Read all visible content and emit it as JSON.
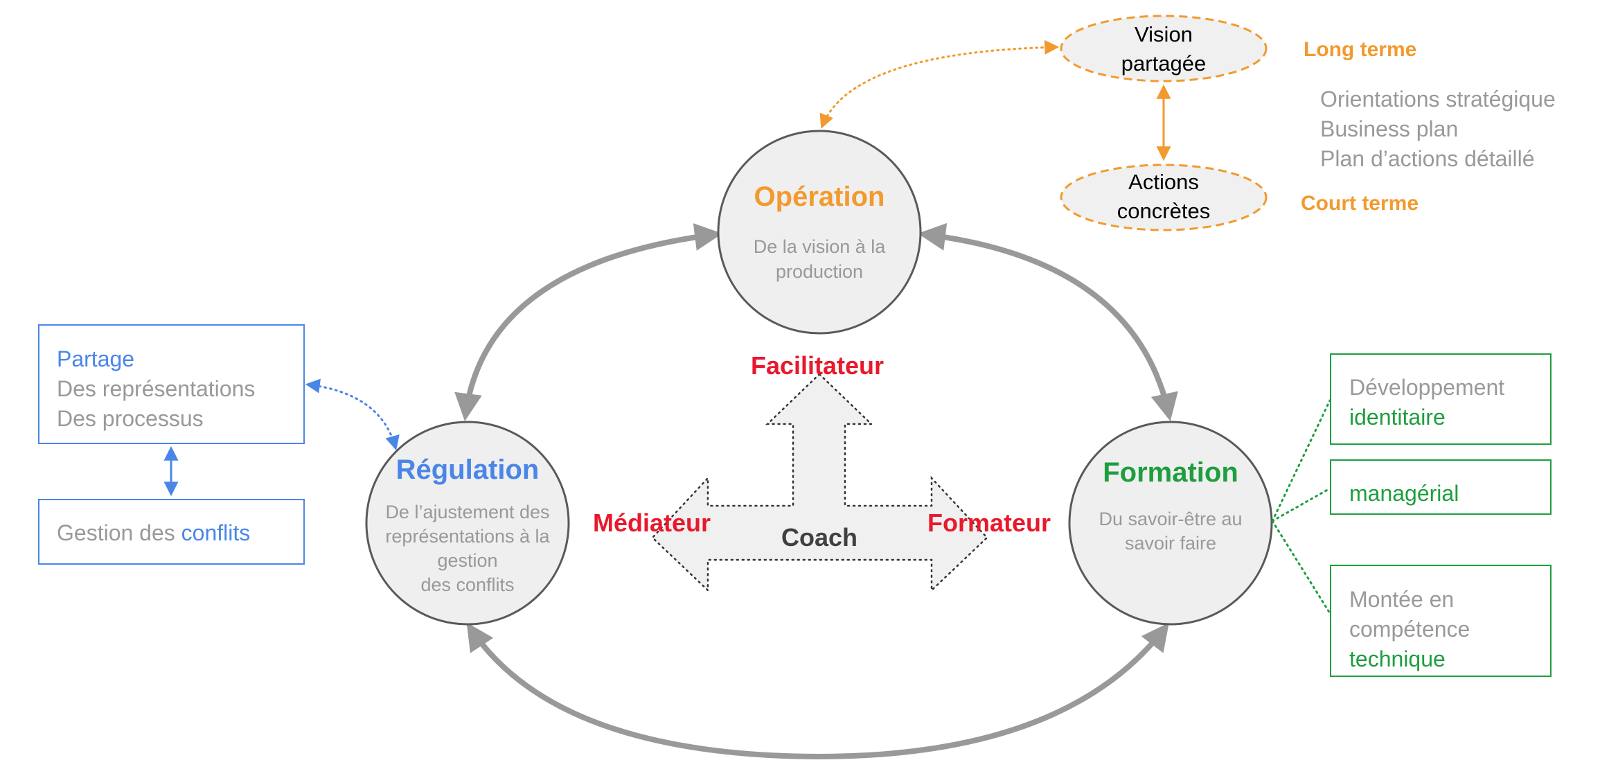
{
  "nodes": {
    "operation": {
      "title": "Opération",
      "subtitle_lines": [
        "De la vision à la",
        "production"
      ]
    },
    "regulation": {
      "title": "Régulation",
      "subtitle_lines": [
        "De l’ajustement des",
        "représentations à la",
        "gestion",
        "des conflits"
      ]
    },
    "formation": {
      "title": "Formation",
      "subtitle_lines": [
        "Du savoir-être au",
        "savoir faire"
      ]
    }
  },
  "roles": {
    "center": "Coach",
    "top": "Facilitateur",
    "left": "Médiateur",
    "right": "Formateur"
  },
  "horizon": {
    "vision_lines": [
      "Vision",
      "partagée"
    ],
    "actions_lines": [
      "Actions",
      "concrètes"
    ],
    "long_term": "Long terme",
    "short_term": "Court terme",
    "plan_items": [
      "Orientations stratégique",
      "Business plan",
      "Plan d’actions détaillé"
    ]
  },
  "left_panel": {
    "share_title": "Partage",
    "share_items": [
      "Des représentations",
      "Des processus"
    ],
    "conflicts_prefix": "Gestion des ",
    "conflicts_highlight": "conflits"
  },
  "right_panel": {
    "dev_label": "Développement",
    "dev_identity": "identitaire",
    "dev_managerial": "managérial",
    "skills_lines": [
      "Montée en",
      "compétence"
    ],
    "skills_technical": "technique"
  },
  "colors": {
    "orange": "#f29a2e",
    "blue": "#4a86e8",
    "green": "#1e9e3e",
    "red": "#e8192c",
    "grey_text": "#999999",
    "grey_arrow": "#999999",
    "circle_fill": "#efefef",
    "circle_stroke": "#595959"
  }
}
